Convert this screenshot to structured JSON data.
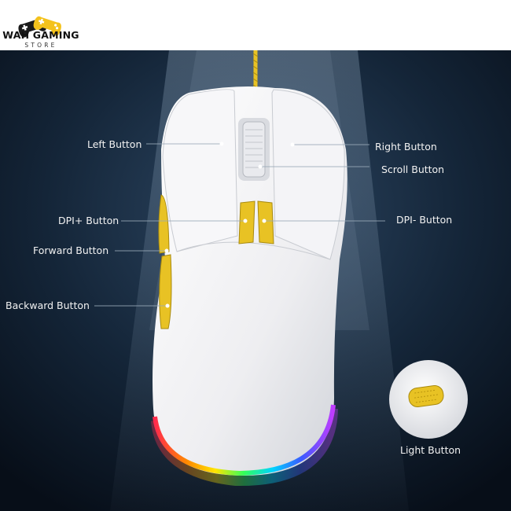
{
  "store": {
    "name": "WAH GAMING",
    "tagline": "STORE",
    "logo_icon": "gamepad-icon",
    "colors": {
      "gamepad_black": "#1a1a1a",
      "gamepad_yellow": "#f4c21c"
    }
  },
  "product": {
    "shell_color": "#f2f2f4",
    "accent_color": "#e8c224",
    "rgb_strip": [
      "#ff2a4d",
      "#ff8a00",
      "#ffe600",
      "#32ff5a",
      "#00d4ff",
      "#3a5bff",
      "#c23cff"
    ]
  },
  "callouts": {
    "left_button": "Left Button",
    "right_button": "Right Button",
    "scroll_button": "Scroll Button",
    "dpi_plus": "DPI+ Button",
    "dpi_minus": "DPI- Button",
    "forward_button": "Forward Button",
    "backward_button": "Backward Button",
    "light_button": "Light Button"
  }
}
